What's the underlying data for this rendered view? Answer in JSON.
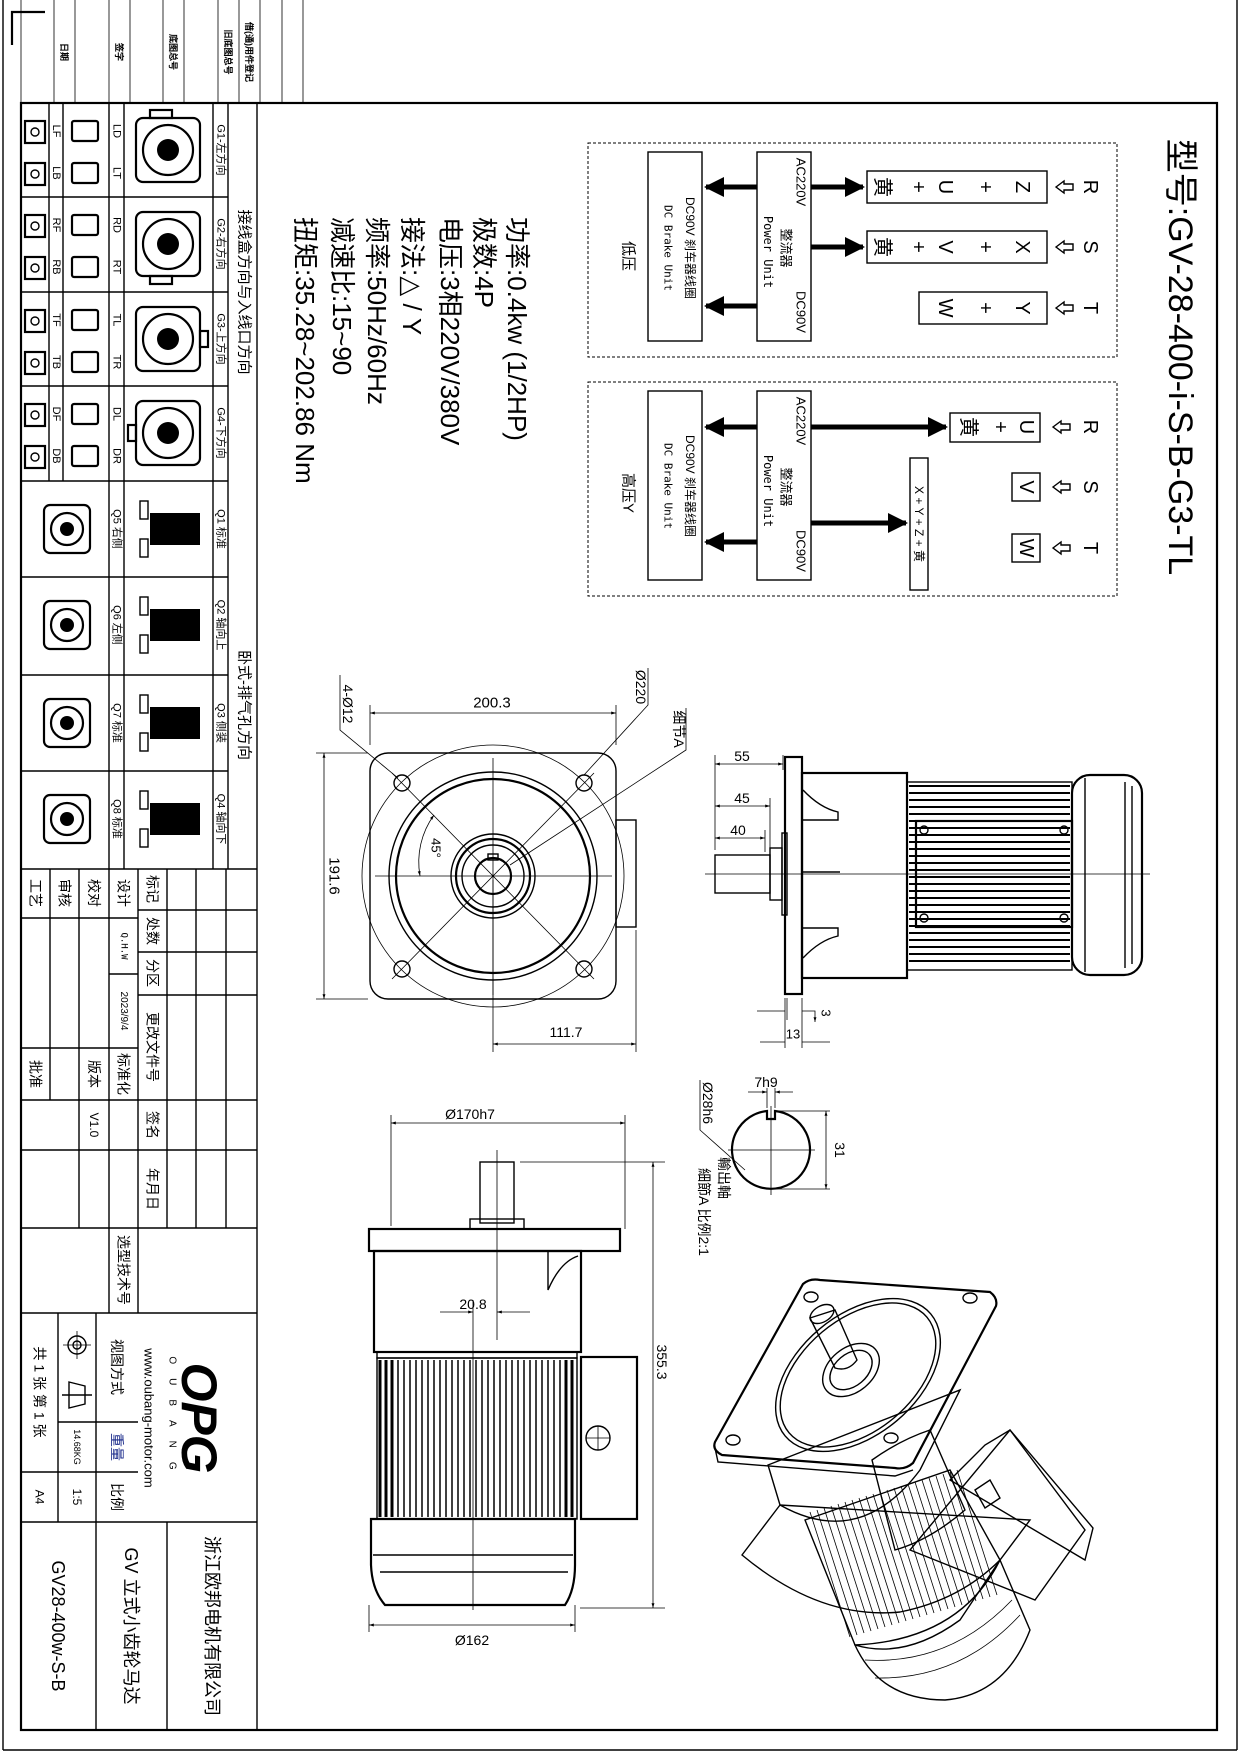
{
  "title": "型号:GV-28-400-i-S-B-G3-TL",
  "specs": [
    "功率:0.4kw (1/2HP)",
    "极数:4P",
    "电压:3相220V/380V",
    "接法:△ / Y",
    "频率:50Hz/60Hz",
    "减速比:15~90",
    "扭矩:35.28~202.86 Nm"
  ],
  "header_strip": [
    "日期",
    "签字",
    "底图总号",
    "旧底图总号",
    "借(通)用件登记"
  ],
  "orientation_table": {
    "junction_title": "接线盒方向与入线口方向",
    "exhaust_title": "卧式-排气孔方向",
    "g_rows": [
      {
        "label": "G1-左方向",
        "codes_a": [
          "LD",
          "LT"
        ],
        "codes_b": [
          "LF",
          "LB"
        ]
      },
      {
        "label": "G2-右方向",
        "codes_a": [
          "RD",
          "RT"
        ],
        "codes_b": [
          "RF",
          "RB"
        ]
      },
      {
        "label": "G3-上方向",
        "codes_a": [
          "TL",
          "TR"
        ],
        "codes_b": [
          "TF",
          "TB"
        ]
      },
      {
        "label": "G4-下方向",
        "codes_a": [
          "DL",
          "DR"
        ],
        "codes_b": [
          "DF",
          "DB"
        ]
      }
    ],
    "q_rows": [
      {
        "label": "Q1 标准",
        "side": "Q5 右侧"
      },
      {
        "label": "Q2 轴向上",
        "side": "Q6 左侧"
      },
      {
        "label": "Q3 侧装",
        "side": "Q7 标准"
      },
      {
        "label": "Q4 轴向下",
        "side": "Q8 标准"
      }
    ]
  },
  "wiring": {
    "low": {
      "label": "低压",
      "brake_line1": "DC90V  刹车器线圈",
      "brake_line2": "DC Brake Unit",
      "pu_in": "AC220V",
      "pu_name": "整流器",
      "pu_en": "Power Unit",
      "pu_out": "DC90V",
      "inputs": [
        "R",
        "S",
        "T"
      ],
      "terminals": [
        [
          "Z",
          "+",
          "U",
          "+",
          "黄"
        ],
        [
          "X",
          "+",
          "V",
          "+",
          "黄"
        ],
        [
          "Y",
          "+",
          "W"
        ]
      ]
    },
    "high": {
      "label": "高压Y",
      "brake_line1": "DC90V  刹车器线圈",
      "brake_line2": "DC Brake Unit",
      "pu_in": "AC220V",
      "pu_name": "整流器",
      "pu_en": "Power Unit",
      "pu_out": "DC90V",
      "inputs": [
        "R",
        "S",
        "T"
      ],
      "terminals": [
        [
          "U",
          "+",
          "黄"
        ],
        [
          "V"
        ],
        [
          "W"
        ]
      ],
      "star": "X + Y + Z + 黄"
    }
  },
  "dimensions": {
    "front": {
      "width": "200.3",
      "height": "191.6",
      "holes": "4-Ø12",
      "angle": "45°",
      "circle": "Ø220",
      "detail_ref": "细节A",
      "offset": "111.7"
    },
    "side": {
      "d55": "55",
      "d45": "45",
      "d40": "40",
      "d3": "3",
      "d13": "13"
    },
    "detail": {
      "key": "7h9",
      "shaft": "Ø28h6",
      "height": "31",
      "title": "輸出軸",
      "scale": "細節A 比例2:1"
    },
    "bottom": {
      "pilot": "Ø170h7",
      "offset": "20.8",
      "motor": "Ø162",
      "length": "355.3"
    }
  },
  "title_block": {
    "design": "设计",
    "designer": "Q.H.W",
    "date": "2023/9/4",
    "standardize": "标准化",
    "check": "校对",
    "version_label": "版本",
    "version": "V1.0",
    "review": "审核",
    "process": "工艺",
    "approve": "批准",
    "mark": "标记",
    "count": "处数",
    "zone": "分区",
    "change_doc": "更改文件号",
    "sign": "签名",
    "ymd": "年月日",
    "selection_no": "选型技术号",
    "view_method": "视图方式",
    "weight_label": "重量",
    "weight": "14.68KG",
    "scale_label": "比例",
    "scale": "1:5",
    "sheets": "共 1 张 第 1 张",
    "paper": "A4",
    "logo": "OPG",
    "brand": "OUBANG",
    "url": "www.oubang-motor.com",
    "company": "浙江欧邦电机有限公司",
    "product": "GV 立式小齿轮马达",
    "drawing_no": "GV28-400w-S-B"
  }
}
